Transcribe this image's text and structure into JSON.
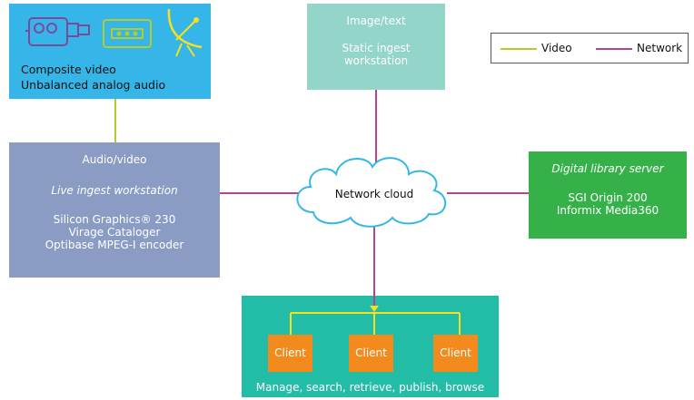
{
  "colors": {
    "video_line": "#b4cc2e",
    "network_line": "#b2458f",
    "sources_bg": "#36b6e8",
    "static_bg": "#93d5c8",
    "live_bg": "#8a9cc3",
    "library_bg": "#36b14a",
    "clients_bg": "#23bca7",
    "client_bg": "#f28a1d"
  },
  "sources": {
    "icons": [
      "video-camera-icon",
      "cassette-tape-icon",
      "satellite-dish-icon"
    ],
    "line1": "Composite video",
    "line2": "Unbalanced analog audio"
  },
  "static_station": {
    "heading": "Image/text",
    "line1": "Static ingest",
    "line2": "workstation"
  },
  "live_station": {
    "heading": "Audio/video",
    "subtitle": "Live ingest workstation",
    "line1": "Silicon Graphics® 230",
    "line2": "Virage Cataloger",
    "line3": "Optibase MPEG-I encoder"
  },
  "network_cloud": {
    "label": "Network cloud"
  },
  "library_server": {
    "heading": "Digital library server",
    "line1": "SGI Origin 200",
    "line2": "Informix Media360"
  },
  "clients": {
    "items": [
      "Client",
      "Client",
      "Client"
    ],
    "caption": "Manage, search, retrieve, publish, browse"
  },
  "legend": {
    "video_label": "Video",
    "network_label": "Network"
  }
}
